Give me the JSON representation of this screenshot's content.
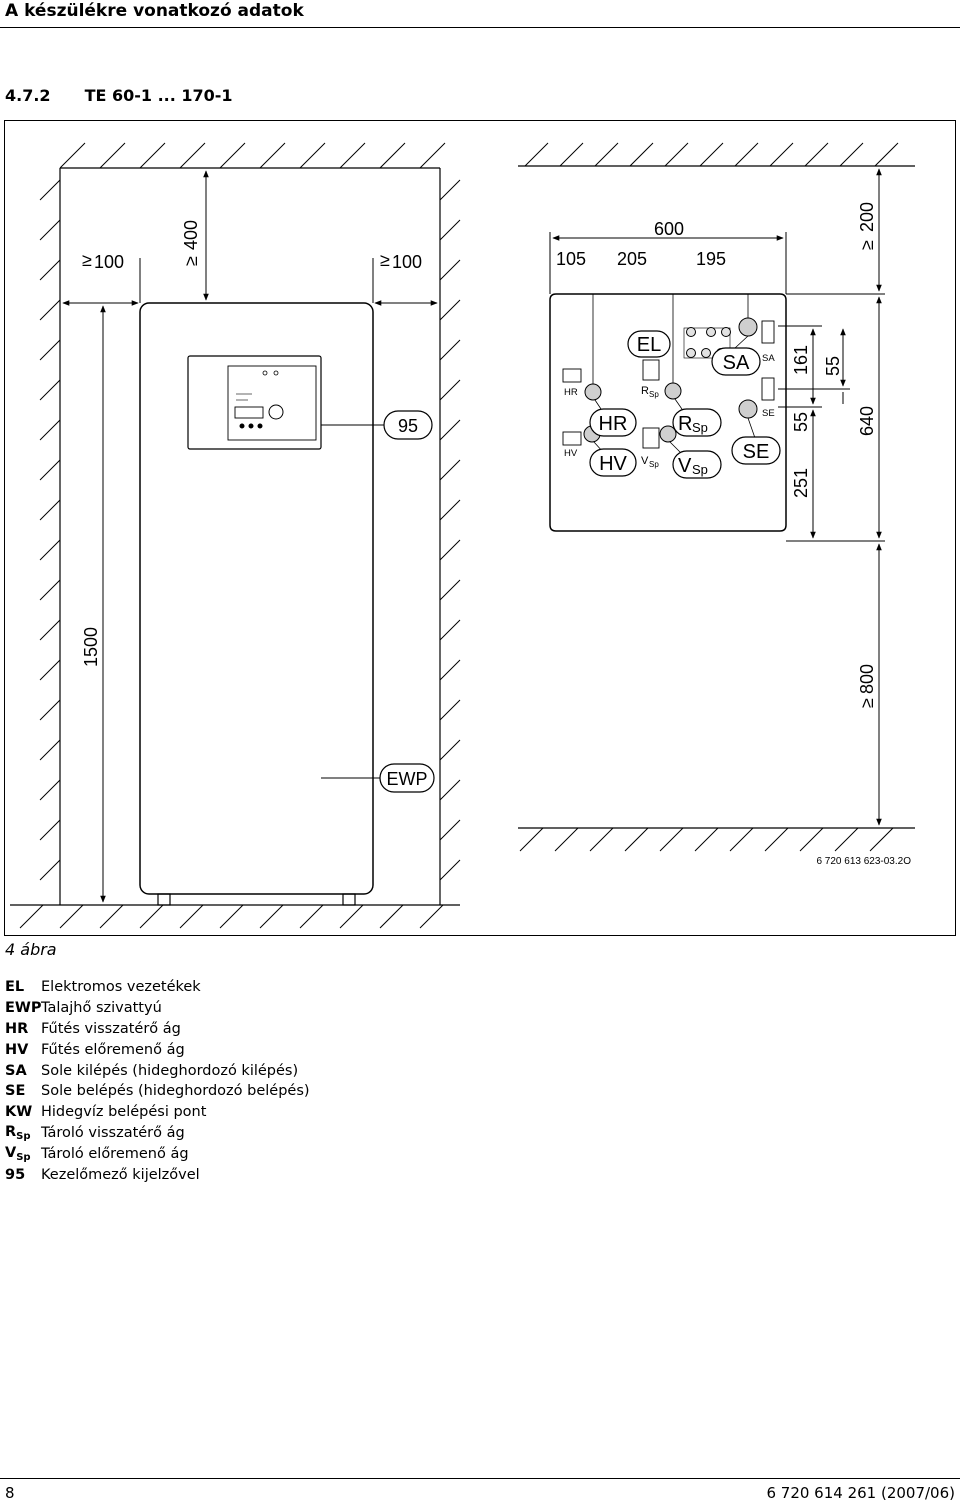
{
  "header": {
    "title": "A készülékre vonatkozó adatok"
  },
  "section": {
    "number": "4.7.2",
    "title": "TE 60-1 ... 170-1"
  },
  "figure": {
    "dims": {
      "left_clear": "100",
      "top_clear": "400",
      "right_clear": "100",
      "total_width": "600",
      "w1": "105",
      "w2": "205",
      "w3": "195",
      "height": "1500",
      "top_min": "200",
      "d161": "161",
      "d55a": "55",
      "d55b": "55",
      "d251": "251",
      "d640": "640",
      "d800": "800"
    },
    "labels": {
      "panel": "95",
      "pump": "EWP",
      "el": "EL",
      "sa": "SA",
      "se": "SE",
      "hr": "HR",
      "hv": "HV",
      "hr_small": "HR",
      "hv_small": "HV",
      "sa_small": "SA",
      "se_small": "SE",
      "rsp_main": "R",
      "rsp_sub": "Sp",
      "vsp_main": "V",
      "vsp_sub": "Sp",
      "rsp_small_main": "R",
      "rsp_small_sub": "Sp",
      "vsp_small_main": "V",
      "vsp_small_sub": "Sp"
    },
    "symbol": "≥",
    "ref_code": "6 720 613 623-03.2O"
  },
  "caption": "4 ábra",
  "legend": [
    {
      "code": "EL",
      "sub": "",
      "text": "Elektromos vezetékek"
    },
    {
      "code": "EWP",
      "sub": "",
      "text": "Talajhő szivattyú"
    },
    {
      "code": "HR",
      "sub": "",
      "text": "Fűtés visszatérő ág"
    },
    {
      "code": "HV",
      "sub": "",
      "text": "Fűtés előremenő ág"
    },
    {
      "code": "SA",
      "sub": "",
      "text": "Sole kilépés (hideghordozó kilépés)"
    },
    {
      "code": "SE",
      "sub": "",
      "text": "Sole belépés (hideghordozó belépés)"
    },
    {
      "code": "KW",
      "sub": "",
      "text": "Hidegvíz belépési pont"
    },
    {
      "code": "R",
      "sub": "Sp",
      "text": "Tároló visszatérő ág"
    },
    {
      "code": "V",
      "sub": "Sp",
      "text": "Tároló előremenő ág"
    },
    {
      "code": "95",
      "sub": "",
      "text": "Kezelőmező kijelzővel"
    }
  ],
  "footer": {
    "page_number": "8",
    "doc_code": "6 720 614 261 (2007/06)"
  }
}
